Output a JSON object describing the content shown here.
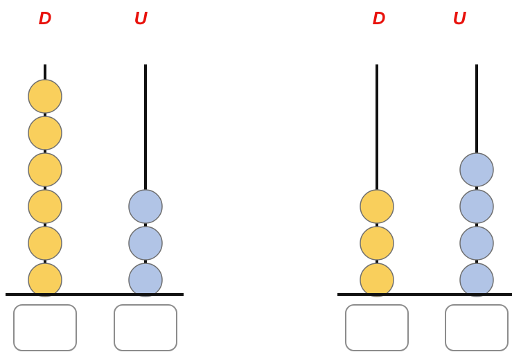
{
  "abaci": [
    {
      "rods": [
        {
          "label": "D",
          "beads": 6,
          "bead_color": "#f9cf5c",
          "answer": ""
        },
        {
          "label": "U",
          "beads": 3,
          "bead_color": "#b1c4e6",
          "answer": ""
        }
      ]
    },
    {
      "rods": [
        {
          "label": "D",
          "beads": 3,
          "bead_color": "#f9cf5c",
          "answer": ""
        },
        {
          "label": "U",
          "beads": 4,
          "bead_color": "#b1c4e6",
          "answer": ""
        }
      ]
    }
  ],
  "colors": {
    "label": "#e8120c",
    "rod": "#111111",
    "bead_outline": "#6f6f6f",
    "box_outline": "#8c8c8c"
  }
}
